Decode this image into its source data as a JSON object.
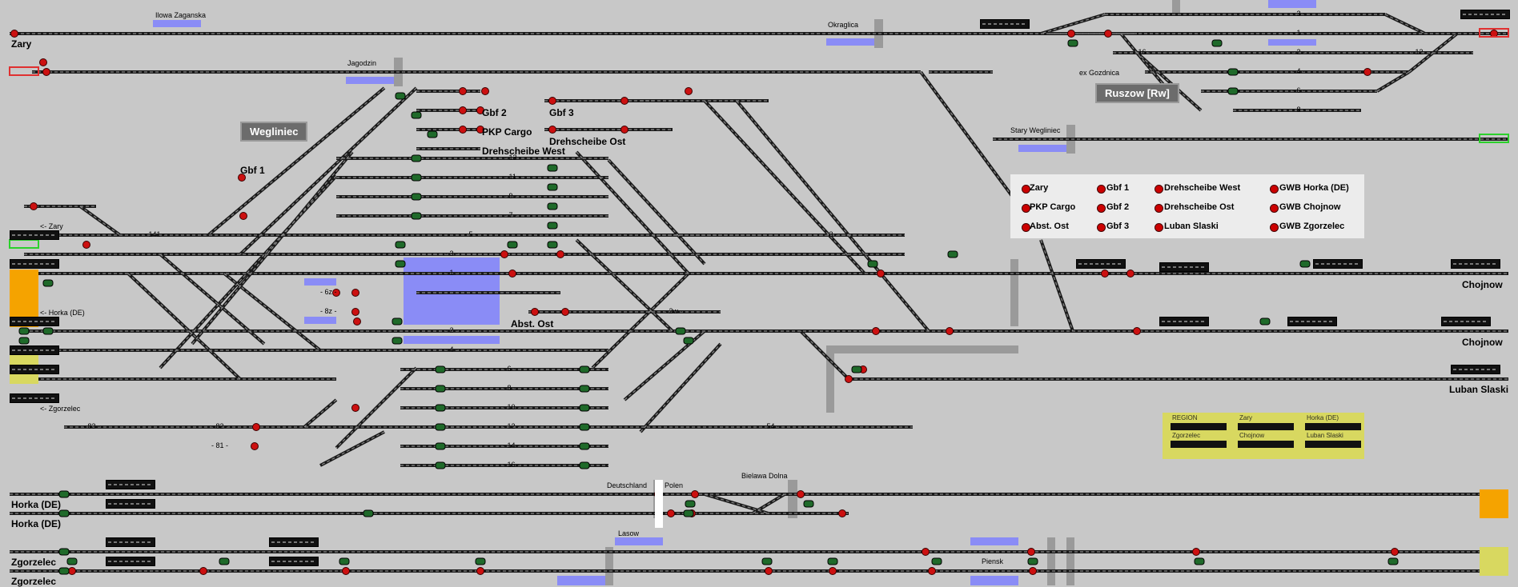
{
  "stations": {
    "zary": "Zary",
    "horka1": "Horka (DE)",
    "horka2": "Horka (DE)",
    "zgorzelec1": "Zgorzelec",
    "zgorzelec2": "Zgorzelec",
    "chojnow1": "Chojnow",
    "chojnow2": "Chojnow",
    "luban": "Luban Slaski"
  },
  "neighbors": {
    "ilowa": "Ilowa Zaganska",
    "jagodzin": "Jagodzin",
    "okraglica": "Okraglica",
    "stary": "Stary Wegliniec",
    "gozdnica": "ex Gozdnica",
    "lasow": "Lasow",
    "pienski": "Piensk",
    "bielawa": "Bielawa Dolna",
    "deutschland": "Deutschland",
    "polen": "Polen"
  },
  "direction_labels": {
    "to_zary": "<- Zary",
    "to_horka": "<- Horka (DE)",
    "to_zgorzelec": "<- Zgorzelec"
  },
  "station_buttons": {
    "wegliniec": "Wegliniec",
    "ruszow": "Ruszow [Rw]"
  },
  "yards": {
    "gbf1": "Gbf 1",
    "gbf2": "Gbf 2",
    "gbf3": "Gbf 3",
    "pkp": "PKP Cargo",
    "dsw": "Drehscheibe West",
    "dso": "Drehscheibe Ost",
    "abst": "Abst. Ost"
  },
  "track_numbers": [
    "- 13 -",
    "- 11 -",
    "- 9 -",
    "- 7 -",
    "- 5 -",
    "- 3 -",
    "- 1 -",
    "- 2 -",
    "- 4 -",
    "- 6 -",
    "- 8 -",
    "- 10 -",
    "- 12 -",
    "- 14 -",
    "- 16 -",
    "- 141 -",
    "- 83 -",
    "- 82 -",
    "- 81 -",
    "- 54 -",
    "- 3 -",
    "- 2w -",
    "- 6z -",
    "- 8z -"
  ],
  "ruszow_tracks": [
    "- 3 -",
    "- 1 -",
    "- 2 -",
    "- 4 -",
    "- 6 -",
    "- 8 -",
    "- 16 -",
    "- 12 -"
  ],
  "legend": {
    "items": [
      "Zary",
      "Gbf 1",
      "Drehscheibe West",
      "GWB Horka (DE)",
      "PKP Cargo",
      "Gbf 2",
      "Drehscheibe Ost",
      "GWB Chojnow",
      "Abst. Ost",
      "Gbf 3",
      "Luban Slaski",
      "GWB Zgorzelec"
    ]
  },
  "region": {
    "header": "REGION",
    "items": [
      "Zary",
      "Horka (DE)",
      "Zgorzelec",
      "Chojnow",
      "Luban Slaski"
    ]
  },
  "colors": {
    "background": "#c8c8c8",
    "track": "#1a1a1a",
    "signal_red": "#cc1010",
    "signal_green": "#1f6a2a",
    "occupied_blue": "#8a8cf6",
    "orange_panel": "#f5a300",
    "yellow_panel": "#d8d860",
    "red_outline": "#e03030",
    "green_outline": "#2bd12b"
  }
}
